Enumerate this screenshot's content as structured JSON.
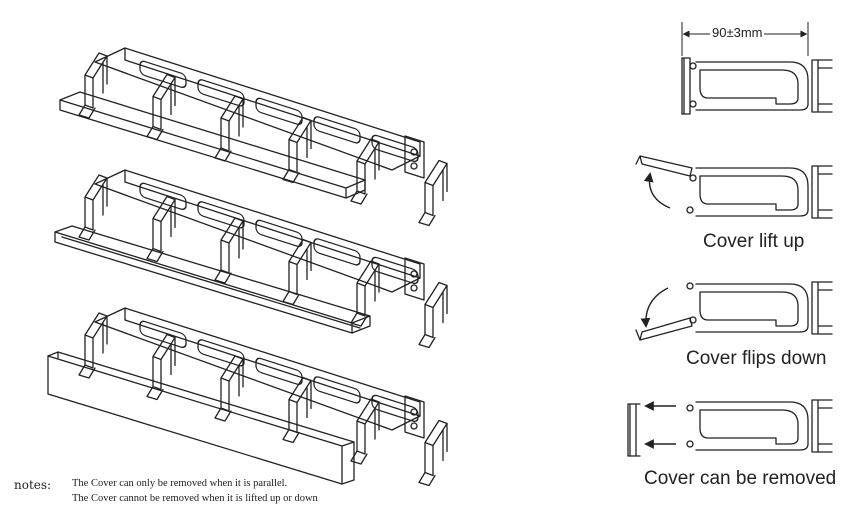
{
  "dimension_label": "90±3mm",
  "captions": {
    "lift_up": "Cover lift up",
    "flips_down": "Cover flips down",
    "removed": "Cover can be removed"
  },
  "notes": {
    "label": "notes:",
    "line1": "The Cover can only be removed when it is parallel.",
    "line2": "The Cover cannot be removed when it is lifted up or down"
  }
}
